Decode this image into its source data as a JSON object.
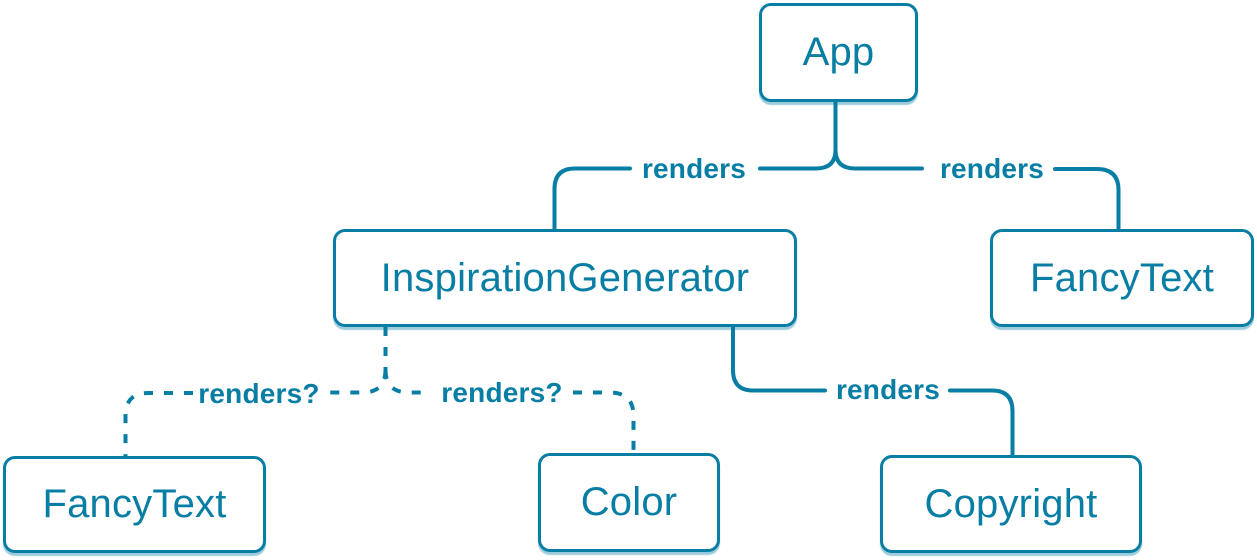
{
  "diagram": {
    "type": "tree",
    "colors": {
      "accent": "#087EA4",
      "node_background": "#FFFFFF",
      "page_background": "#FFFFFF"
    },
    "nodes": {
      "app": {
        "label": "App"
      },
      "inspiration_generator": {
        "label": "InspirationGenerator"
      },
      "fancy_text_top": {
        "label": "FancyText"
      },
      "fancy_text_bottom": {
        "label": "FancyText"
      },
      "color": {
        "label": "Color"
      },
      "copyright": {
        "label": "Copyright"
      }
    },
    "edges": {
      "app_to_inspiration_generator": {
        "label": "renders",
        "style": "solid"
      },
      "app_to_fancy_text": {
        "label": "renders",
        "style": "solid"
      },
      "inspiration_generator_to_fancy_text": {
        "label": "renders?",
        "style": "dashed"
      },
      "inspiration_generator_to_color": {
        "label": "renders?",
        "style": "dashed"
      },
      "inspiration_generator_to_copyright": {
        "label": "renders",
        "style": "solid"
      }
    }
  }
}
